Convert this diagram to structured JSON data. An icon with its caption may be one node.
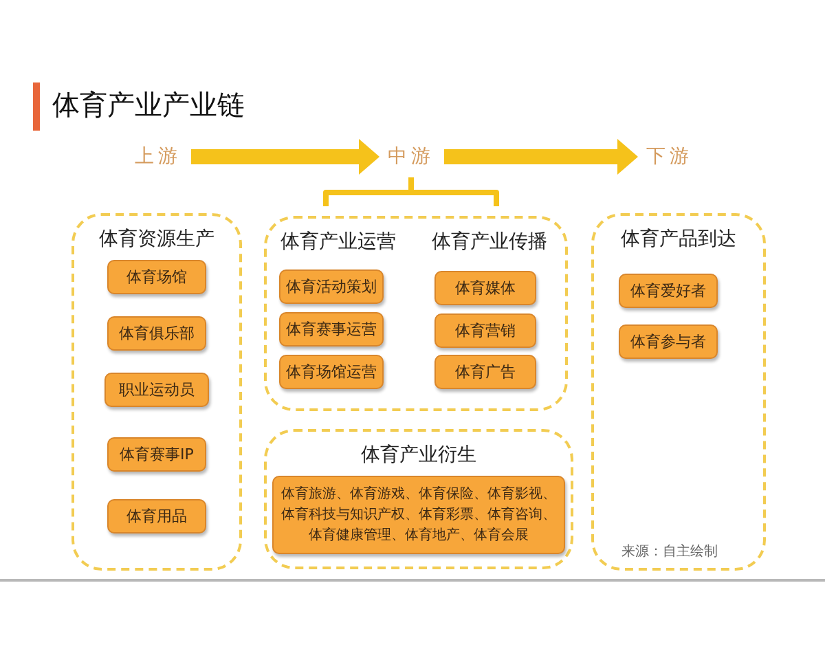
{
  "diagram": {
    "title": "体育产业产业链",
    "nodes": [
      {
        "text": [
          "上游"
        ]
      },
      {
        "text": [
          "中游"
        ]
      },
      {
        "text": [
          "下游"
        ]
      },
      {
        "text": [
          "体育资源生产"
        ]
      },
      {
        "text": [
          "体育场馆"
        ],
        "in": 3
      },
      {
        "text": [
          "体育俱乐部"
        ],
        "in": 3
      },
      {
        "text": [
          "职业运动员"
        ],
        "in": 3
      },
      {
        "text": [
          "体育赛事IP"
        ],
        "in": 3
      },
      {
        "text": [
          "体育用品"
        ],
        "in": 3
      },
      {
        "text": [
          "体育产业运营",
          "体育产业传播"
        ]
      },
      {
        "text": [
          "体育活动策划"
        ],
        "in": 9
      },
      {
        "text": [
          "体育赛事运营"
        ],
        "in": 9
      },
      {
        "text": [
          "体育场馆运营"
        ],
        "in": 9
      },
      {
        "text": [
          "体育媒体"
        ],
        "in": 9
      },
      {
        "text": [
          "体育营销"
        ],
        "in": 9
      },
      {
        "text": [
          "体育广告"
        ],
        "in": 9
      },
      {
        "text": [
          "体育产业衍生"
        ]
      },
      {
        "text": [
          "体育旅游、体育游戏、体育保险、体育影视、体育科技与知识产权、体育彩票、体育咨询、体育健康管理、体育地产、体育会展"
        ],
        "in": 16
      },
      {
        "text": [
          "体育产品到达"
        ]
      },
      {
        "text": [
          "体育爱好者"
        ],
        "in": 18
      },
      {
        "text": [
          "体育参与者"
        ],
        "in": 18
      }
    ],
    "edges": [
      {
        "from": 0,
        "to": 1,
        "arrow": "to"
      },
      {
        "from": 1,
        "to": 2,
        "arrow": "to"
      }
    ],
    "labels": [
      "来源：自主绘制"
    ]
  }
}
